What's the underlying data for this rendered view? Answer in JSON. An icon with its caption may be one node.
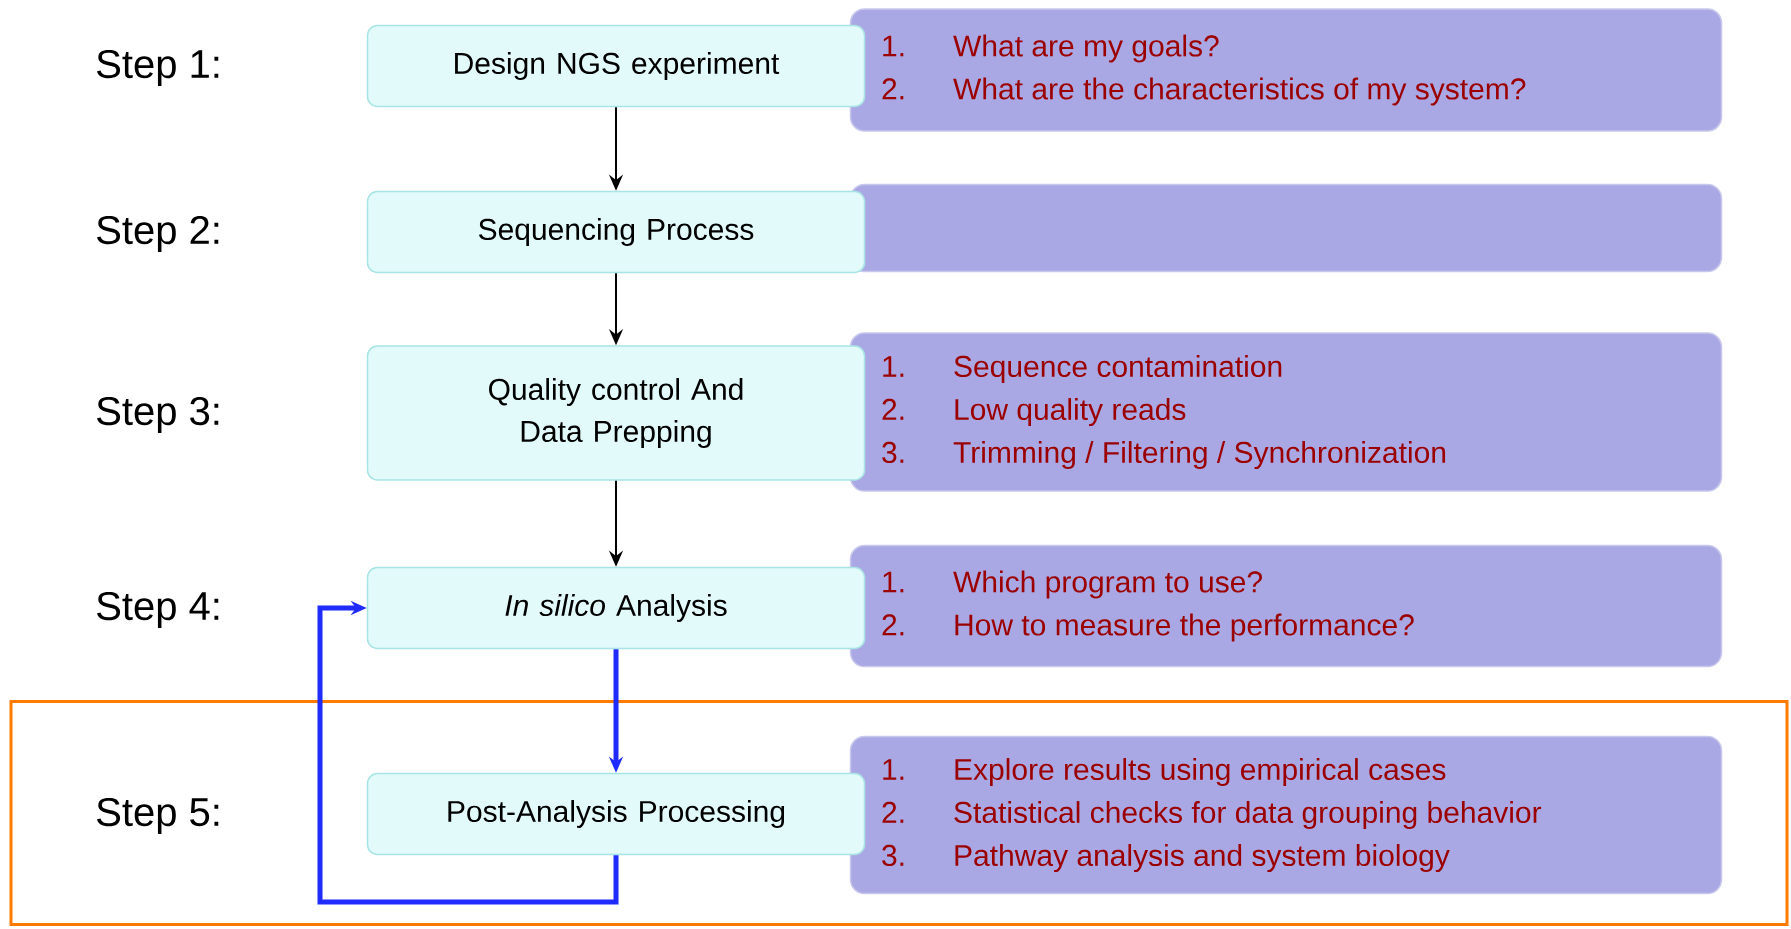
{
  "diagram": {
    "nodes": [
      {
        "text": [
          "Design NGS experiment"
        ],
        "beside": [
          "Step 1:"
        ]
      },
      {
        "text": [
          "1.",
          "What are my goals?",
          "2.",
          "What are the characteristics of my system?"
        ]
      },
      {
        "text": [
          "Sequencing Process"
        ],
        "beside": [
          "Step 2:"
        ]
      },
      {
        "text": [],
        "shape": "box"
      },
      {
        "text": [
          "Quality control And Data Prepping"
        ],
        "beside": [
          "Step 3:"
        ]
      },
      {
        "text": [
          "1.",
          "Sequence contamination",
          "2.",
          "Low quality reads",
          "3.",
          "Trimming / Filtering / Synchronization"
        ]
      },
      {
        "text": [
          "*In silico* Analysis"
        ],
        "beside": [
          "Step 4:"
        ]
      },
      {
        "text": [
          "1.",
          "Which program to use?",
          "2.",
          "How to measure the performance?"
        ]
      },
      {
        "text": [],
        "shape": "box"
      },
      {
        "text": [
          "Post-Analysis Processing"
        ],
        "beside": [
          "Step 5:"
        ],
        "in": 8
      },
      {
        "text": [
          "1.",
          "Explore results using empirical cases",
          "2.",
          "Statistical checks for data grouping behavior",
          "3.",
          "Pathway analysis and system biology"
        ],
        "in": 8
      }
    ],
    "edges": [
      {
        "from": 0,
        "to": 2,
        "arrow": "to"
      },
      {
        "from": 2,
        "to": 4,
        "arrow": "to"
      },
      {
        "from": 4,
        "to": 6,
        "arrow": "to"
      },
      {
        "from": 6,
        "to": 9,
        "arrow": "to",
        "style": "thick",
        "color": "#1f2bff"
      },
      {
        "from": 9,
        "to": 6,
        "arrow": "to",
        "style": "thick",
        "color": "#1f2bff"
      }
    ]
  }
}
